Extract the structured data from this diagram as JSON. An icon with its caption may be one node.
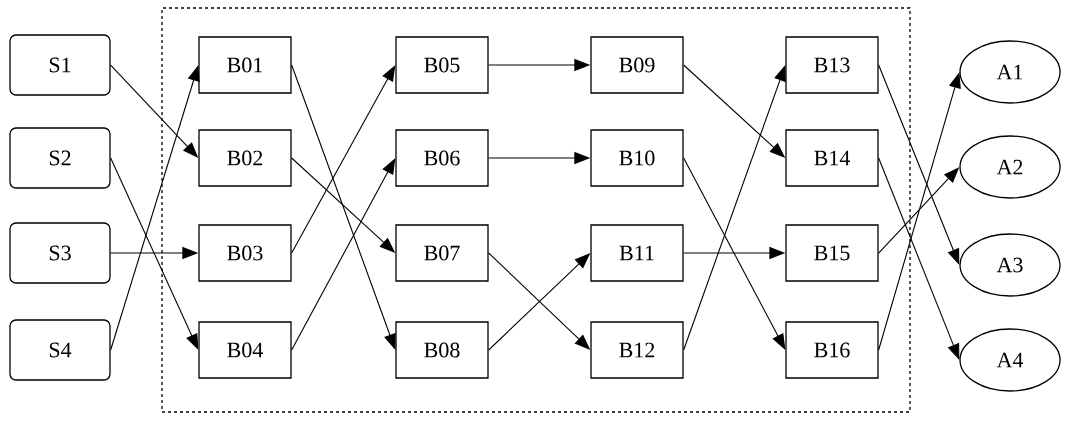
{
  "diagram": {
    "nodes": [
      {
        "text": [
          "S1"
        ]
      },
      {
        "text": [
          "S2"
        ]
      },
      {
        "text": [
          "S3"
        ]
      },
      {
        "text": [
          "S4"
        ]
      },
      {
        "text": [],
        "shape": "box"
      },
      {
        "text": [
          "B01"
        ],
        "in": 4
      },
      {
        "text": [
          "B02"
        ],
        "in": 4
      },
      {
        "text": [
          "B03"
        ],
        "in": 4
      },
      {
        "text": [
          "B04"
        ],
        "in": 4
      },
      {
        "text": [
          "B05"
        ],
        "in": 4
      },
      {
        "text": [
          "B06"
        ],
        "in": 4
      },
      {
        "text": [
          "B07"
        ],
        "in": 4
      },
      {
        "text": [
          "B08"
        ],
        "in": 4
      },
      {
        "text": [
          "B09"
        ],
        "in": 4
      },
      {
        "text": [
          "B10"
        ],
        "in": 4
      },
      {
        "text": [
          "B11"
        ],
        "in": 4
      },
      {
        "text": [
          "B12"
        ],
        "in": 4
      },
      {
        "text": [
          "B13"
        ],
        "in": 4
      },
      {
        "text": [
          "B14"
        ],
        "in": 4
      },
      {
        "text": [
          "B15"
        ],
        "in": 4
      },
      {
        "text": [
          "B16"
        ],
        "in": 4
      },
      {
        "text": [
          "A1"
        ]
      },
      {
        "text": [
          "A2"
        ]
      },
      {
        "text": [
          "A3"
        ]
      },
      {
        "text": [
          "A4"
        ]
      }
    ],
    "edges": [
      {
        "from": 0,
        "to": 6,
        "arrow": "to"
      },
      {
        "from": 1,
        "to": 8,
        "arrow": "to"
      },
      {
        "from": 2,
        "to": 7,
        "arrow": "to"
      },
      {
        "from": 3,
        "to": 5,
        "arrow": "to"
      },
      {
        "from": 5,
        "to": 12,
        "arrow": "to"
      },
      {
        "from": 6,
        "to": 11,
        "arrow": "to"
      },
      {
        "from": 7,
        "to": 9,
        "arrow": "to"
      },
      {
        "from": 8,
        "to": 10,
        "arrow": "to"
      },
      {
        "from": 9,
        "to": 13,
        "arrow": "to"
      },
      {
        "from": 10,
        "to": 14,
        "arrow": "to"
      },
      {
        "from": 11,
        "to": 16,
        "arrow": "to"
      },
      {
        "from": 12,
        "to": 15,
        "arrow": "to"
      },
      {
        "from": 13,
        "to": 18,
        "arrow": "to"
      },
      {
        "from": 14,
        "to": 20,
        "arrow": "to"
      },
      {
        "from": 15,
        "to": 19,
        "arrow": "to"
      },
      {
        "from": 16,
        "to": 17,
        "arrow": "to"
      },
      {
        "from": 17,
        "to": 23,
        "arrow": "to"
      },
      {
        "from": 18,
        "to": 24,
        "arrow": "to"
      },
      {
        "from": 19,
        "to": 22,
        "arrow": "to"
      },
      {
        "from": 20,
        "to": 21,
        "arrow": "to"
      }
    ]
  }
}
